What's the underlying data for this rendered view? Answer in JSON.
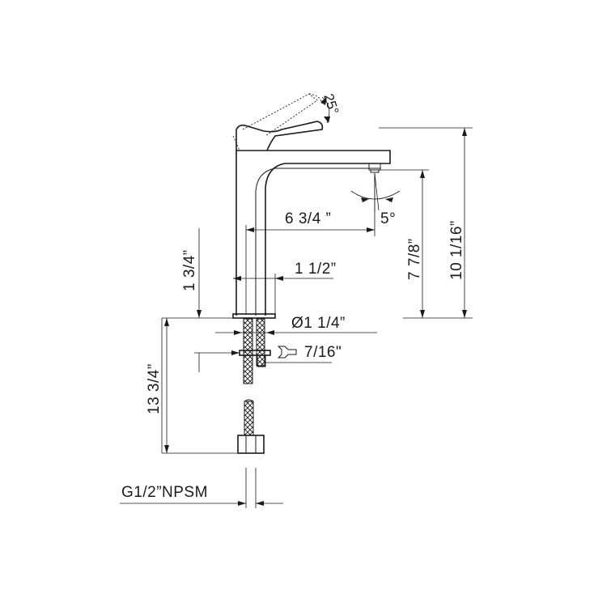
{
  "dimensions": {
    "handle_angle": "25°",
    "spout_angle": "5°",
    "spout_reach": "6  3/4 ”",
    "spout_height": "7  7/8”",
    "overall_height": "10  1/16”",
    "base_diameter": "1 1/2”",
    "max_deck_thickness": "1  3/4”",
    "mounting_hole": "Ø1  1/4”",
    "nut_wrench_size": "7/16\"",
    "hose_length": "13 3/4”",
    "connection_thread": "G1/2”NPSM"
  },
  "icons": {
    "wrench": "wrench-icon"
  }
}
